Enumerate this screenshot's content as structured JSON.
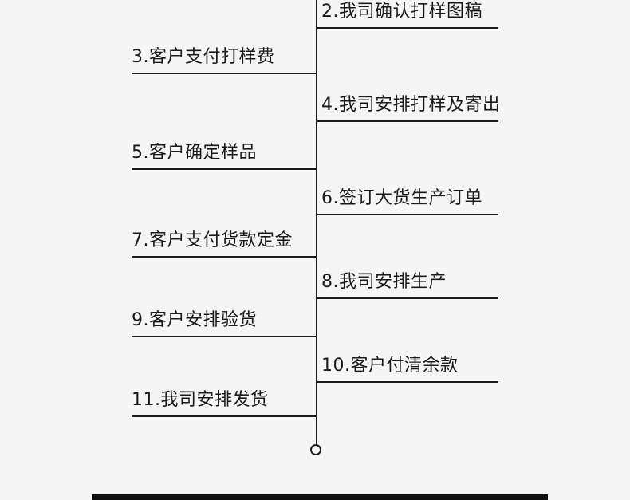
{
  "diagram": {
    "type": "vertical-timeline-flowchart",
    "background_color": "#f5f5f6",
    "line_color": "#1a1a1a",
    "text_color": "#1a1a1a",
    "steps": [
      {
        "number": "2",
        "side": "right",
        "label": "2.我司确认打样图稿"
      },
      {
        "number": "3",
        "side": "left",
        "label": "3.客户支付打样费"
      },
      {
        "number": "4",
        "side": "right",
        "label": "4.我司安排打样及寄出"
      },
      {
        "number": "5",
        "side": "left",
        "label": "5.客户确定样品"
      },
      {
        "number": "6",
        "side": "right",
        "label": "6.签订大货生产订单"
      },
      {
        "number": "7",
        "side": "left",
        "label": "7.客户支付货款定金"
      },
      {
        "number": "8",
        "side": "right",
        "label": "8.我司安排生产"
      },
      {
        "number": "9",
        "side": "left",
        "label": "9.客户安排验货"
      },
      {
        "number": "10",
        "side": "right",
        "label": "10.客户付清余款"
      },
      {
        "number": "11",
        "side": "left",
        "label": "11.我司安排发货"
      }
    ],
    "terminal": {
      "shape": "open-circle"
    }
  }
}
